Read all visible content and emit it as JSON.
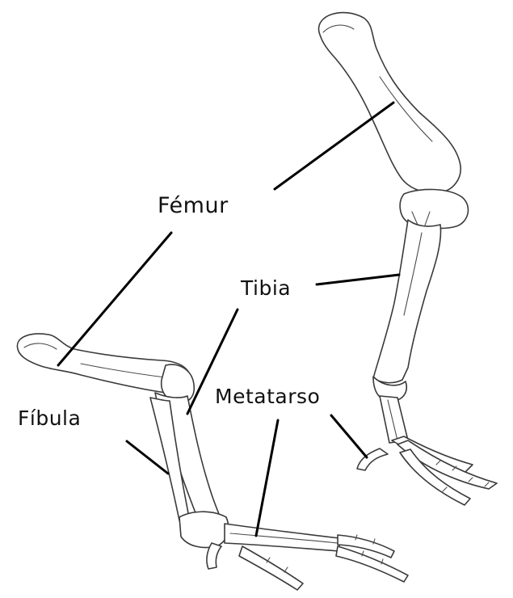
{
  "labels": {
    "femur": "Fémur",
    "tibia": "Tibia",
    "fibula": "Fíbula",
    "metatarso": "Metatarso"
  }
}
